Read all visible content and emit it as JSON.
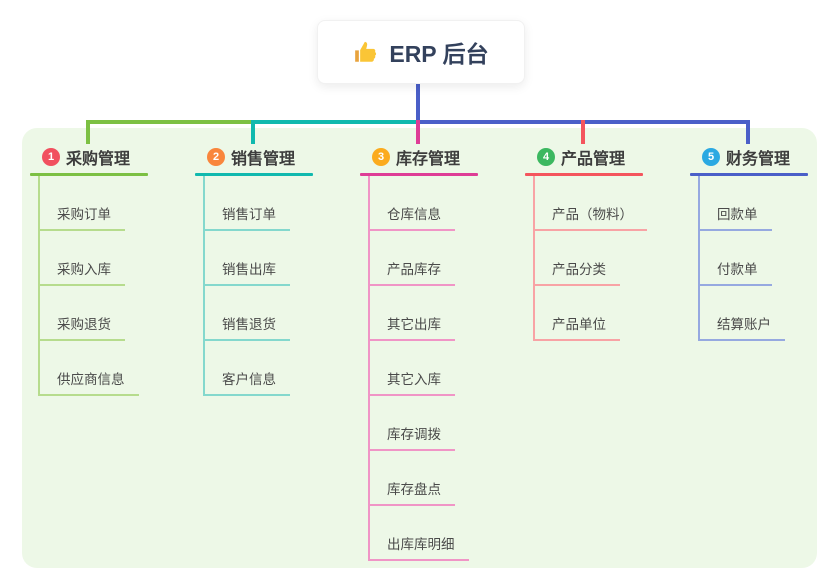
{
  "root": {
    "title": "ERP 后台",
    "icon": "thumbs-up-icon",
    "drop_color": "#4a5fc8"
  },
  "canvas": {
    "page_bg": "#ffffff",
    "panel_bg": "#edf8e7"
  },
  "branches": [
    {
      "num": "1",
      "label": "采购管理",
      "badge_color": "#f1505f",
      "line_color": "#7cc043",
      "child_line_color": "#b6dc8d",
      "children": [
        "采购订单",
        "采购入库",
        "采购退货",
        "供应商信息"
      ]
    },
    {
      "num": "2",
      "label": "销售管理",
      "badge_color": "#f9863c",
      "line_color": "#10b9ae",
      "child_line_color": "#84d8cd",
      "children": [
        "销售订单",
        "销售出库",
        "销售退货",
        "客户信息"
      ]
    },
    {
      "num": "3",
      "label": "库存管理",
      "badge_color": "#fbab1e",
      "line_color": "#de3d96",
      "child_line_color": "#f095c6",
      "children": [
        "仓库信息",
        "产品库存",
        "其它出库",
        "其它入库",
        "库存调拨",
        "库存盘点",
        "出库库明细"
      ]
    },
    {
      "num": "4",
      "label": "产品管理",
      "badge_color": "#3cb860",
      "line_color": "#f4555d",
      "child_line_color": "#f8a3a5",
      "children": [
        "产品（物料）",
        "产品分类",
        "产品单位"
      ]
    },
    {
      "num": "5",
      "label": "财务管理",
      "badge_color": "#2ba9e2",
      "line_color": "#4a5fc8",
      "child_line_color": "#96a9e0",
      "children": [
        "回款单",
        "付款单",
        "结算账户"
      ]
    }
  ]
}
